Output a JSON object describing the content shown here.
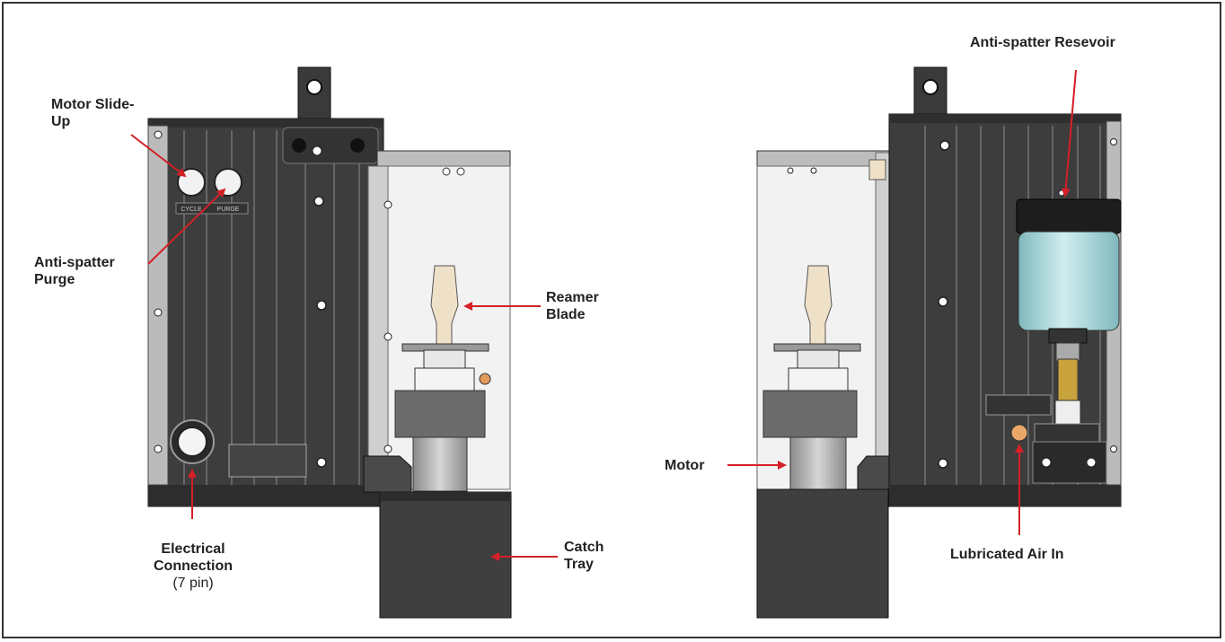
{
  "labels": {
    "motor_slide_up": "Motor Slide-Up",
    "anti_spatter_purge": "Anti-spatter Purge",
    "electrical_connection": "Electrical Connection",
    "electrical_connection_note": "(7 pin)",
    "reamer_blade": "Reamer Blade",
    "catch_tray": "Catch Tray",
    "motor": "Motor",
    "anti_spatter_reservoir": "Anti-spatter Resevoir",
    "lubricated_air_in": "Lubricated Air In"
  },
  "panel_text": {
    "button_left": "CYCLE",
    "button_right": "PURGE"
  },
  "colors": {
    "body": "#3d3d3d",
    "body_dark": "#2a2a2a",
    "rib": "#5a5a5a",
    "shield": "#eeeeee",
    "arrow": "#d42027",
    "reservoir": "#a8d4d8",
    "brass": "#c8a23c"
  }
}
